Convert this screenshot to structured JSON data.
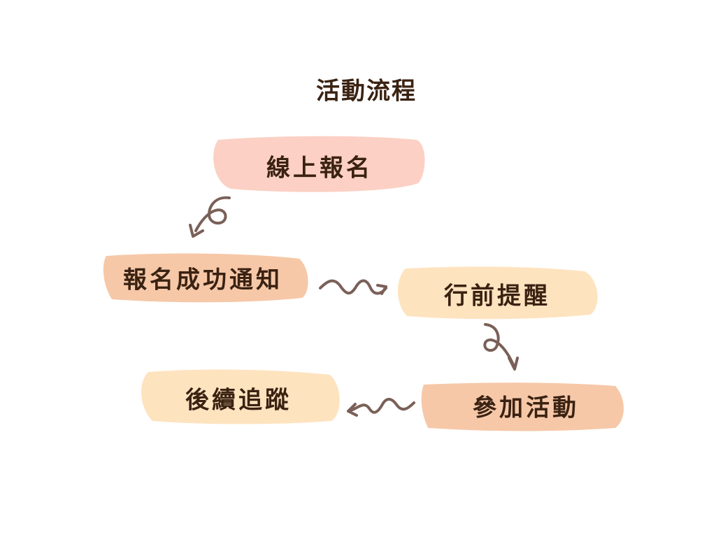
{
  "title": "活動流程",
  "steps": [
    {
      "label": "線上報名",
      "color": "#fcd0c4"
    },
    {
      "label": "報名成功通知",
      "color": "#f6c8a8"
    },
    {
      "label": "行前提醒",
      "color": "#fee3bf"
    },
    {
      "label": "參加活動",
      "color": "#f6c8a8"
    },
    {
      "label": "後續追蹤",
      "color": "#fee3bf"
    }
  ],
  "arrow_color": "#7a6058",
  "text_color": "#3a2212"
}
